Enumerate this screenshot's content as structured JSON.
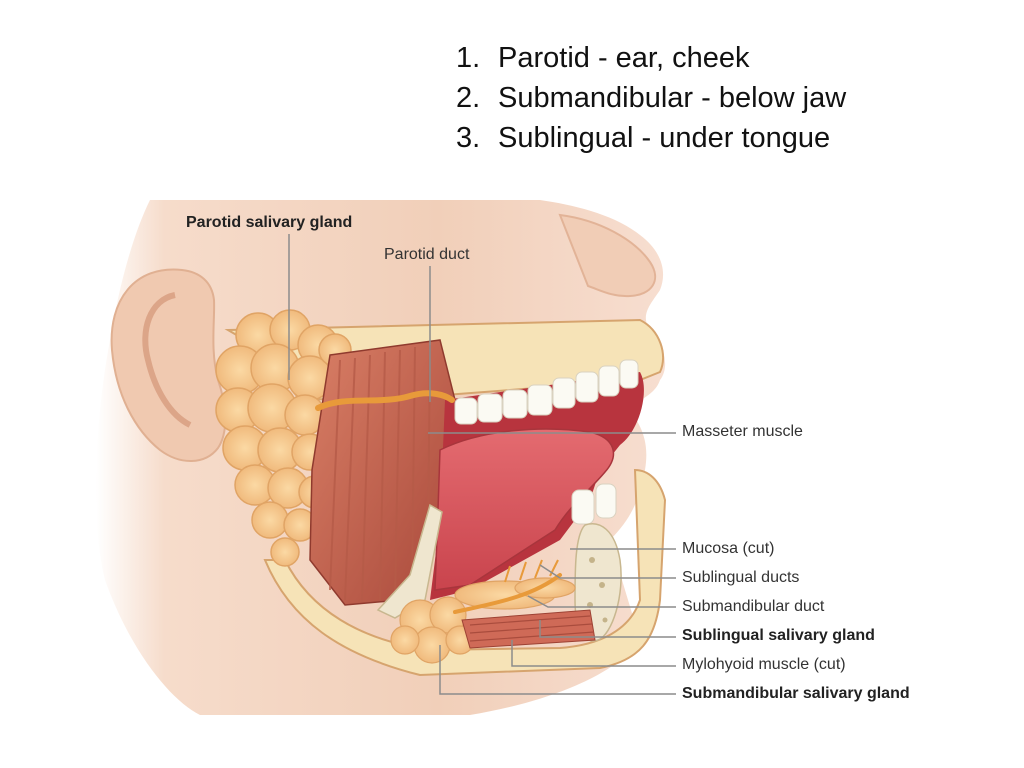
{
  "summary_list": [
    {
      "number": "1.",
      "text": "Parotid - ear, cheek"
    },
    {
      "number": "2.",
      "text": "Submandibular - below jaw"
    },
    {
      "number": "3.",
      "text": "Sublingual - under tongue"
    }
  ],
  "labels": {
    "parotid_gland": "Parotid salivary gland",
    "parotid_duct": "Parotid duct",
    "masseter": "Masseter muscle",
    "mucosa": "Mucosa (cut)",
    "sublingual_ducts": "Sublingual ducts",
    "submandibular_duct": "Submandibular duct",
    "sublingual_gland": "Sublingual salivary gland",
    "mylohyoid": "Mylohyoid muscle (cut)",
    "submandibular_gland": "Submandibular salivary gland"
  },
  "colors": {
    "skin": "#f3d3bf",
    "skin_shadow": "#e8b89c",
    "gland": "#f4c58e",
    "muscle": "#c8644f",
    "tongue": "#d9565e",
    "mouth_interior": "#b8343e",
    "bone": "#efe6cf",
    "leader_line": "#9a9a9a"
  }
}
